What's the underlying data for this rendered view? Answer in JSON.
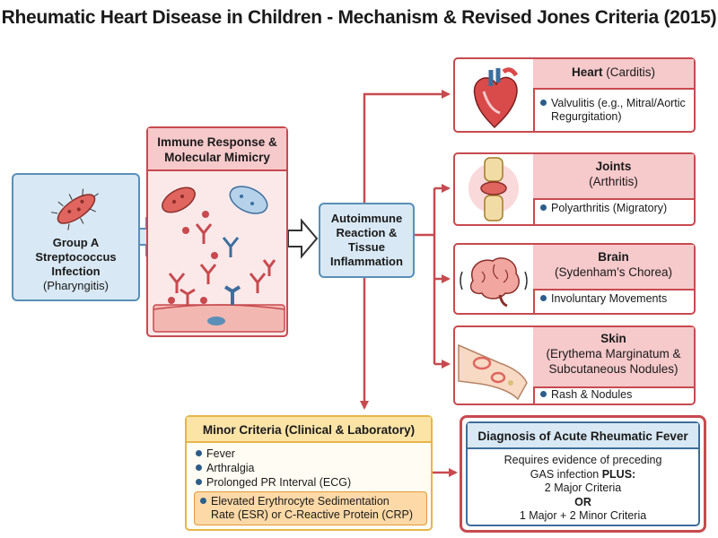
{
  "title": "Rheumatic Heart Disease in Children - Mechanism & Revised Jones Criteria (2015)",
  "strep": {
    "line1": "Group A",
    "line2": "Streptococcus",
    "line3": "Infection",
    "line4": "(Pharyngitis)"
  },
  "immune": {
    "line1": "Immune Response &",
    "line2": "Molecular Mimicry"
  },
  "autoimmune": {
    "line1": "Autoimmune",
    "line2": "Reaction &",
    "line3": "Tissue",
    "line4": "Inflammation"
  },
  "major": {
    "heart": {
      "title": "Heart",
      "subtitle": "(Carditis)",
      "item1": "Valvulitis (e.g., Mitral/Aortic",
      "item2": "Regurgitation)"
    },
    "joints": {
      "title": "Joints",
      "subtitle": "(Arthritis)",
      "item": "Polyarthritis (Migratory)"
    },
    "brain": {
      "title": "Brain",
      "subtitle": "(Sydenham’s Chorea)",
      "item": "Involuntary Movements"
    },
    "skin": {
      "title": "Skin",
      "subtitle1": "(Erythema Marginatum &",
      "subtitle2": "Subcutaneous Nodules)",
      "item": "Rash & Nodules"
    }
  },
  "minor": {
    "title": "Minor Criteria (Clinical & Laboratory)",
    "items": [
      "Fever",
      "Arthralgia",
      "Prolonged PR Interval (ECG)"
    ],
    "highlight1": "Elevated Erythrocyte Sedimentation",
    "highlight2": "Rate (ESR) or C-Reactive Protein (CRP)"
  },
  "diagnosis": {
    "title": "Diagnosis of Acute Rheumatic Fever",
    "line1": "Requires evidence of preceding",
    "line2a": "GAS infection ",
    "line2b": "PLUS:",
    "line3": "2 Major Criteria",
    "line4": "OR",
    "line5": "1 Major + 2 Minor Criteria"
  },
  "colors": {
    "red": "#c74a4f",
    "blue": "#5a8fb8",
    "yellow": "#e6b54a",
    "pink": "#f6c9cb",
    "lightblue": "#d8e8f4"
  }
}
